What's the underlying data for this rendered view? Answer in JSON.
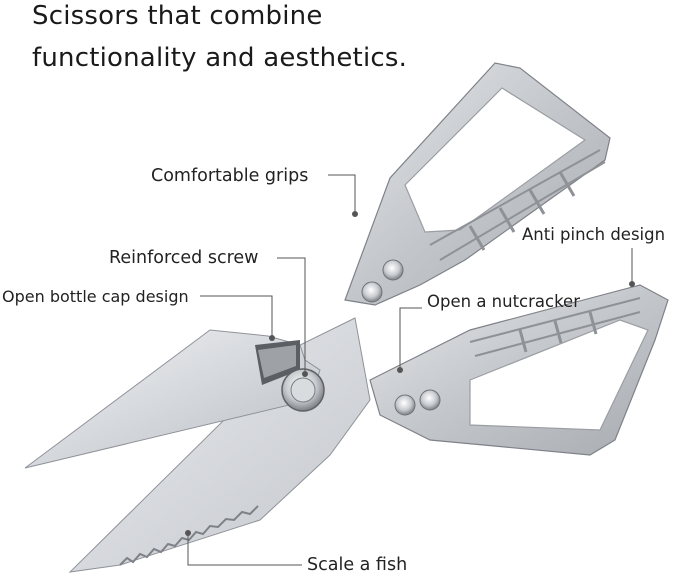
{
  "headline": {
    "line1": "Scissors that combine",
    "line2": "functionality and aesthetics."
  },
  "callouts": {
    "comfortable_grips": "Comfortable grips",
    "reinforced_screw": "Reinforced screw",
    "open_bottle_cap": "Open bottle cap design",
    "anti_pinch": "Anti pinch design",
    "nutcracker": "Open a nutcracker",
    "scale_fish": "Scale a fish"
  },
  "colors": {
    "text": "#1a1a1a",
    "leader_line": "#555555",
    "blade": "#dcdfe3",
    "handle": "#c9ccd0",
    "handle_shadow": "#9fa3a8"
  }
}
